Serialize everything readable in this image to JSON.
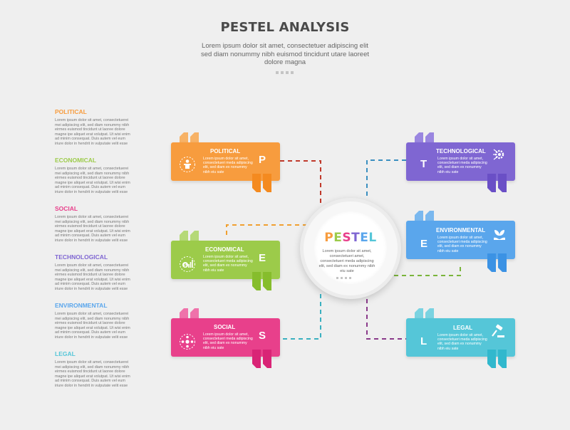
{
  "header": {
    "title": "PESTEL ANALYSIS",
    "subtitle": "Lorem ipsum dolor sit amet, consectetuer adipiscing elit sed diam nonummy nibh euismod tincidunt utare laoreet dolore magna"
  },
  "colors": {
    "political": "#f79c3e",
    "economical": "#9ccb4a",
    "social": "#e8408b",
    "technological": "#7f66d2",
    "environmental": "#5aa6ec",
    "legal": "#55c6d8"
  },
  "list": [
    {
      "title": "POLITICAL",
      "body": "Lorem ipsum dolor sit amet, consectetuerei mei adipiscing elit, sed diam nonummy nibh eirmes euismod tincidunt ut laoree dolore magne ipe aliquet erat volutpat. Ut wisi enim ad minim consequat. Duis autem vel eum iriure dolor in hendrit in vulputate velit esse"
    },
    {
      "title": "ECONOMICAL",
      "body": "Lorem ipsum dolor sit amet, consectetuerei mei adipiscing elit, sed diam nonummy nibh eirmes euismod tincidunt ut laoree dolore magne ipe aliquet erat volutpat. Ut wisi enim ad minim consequat. Duis autem vel eum iriure dolor in hendrit in vulputate velit esse"
    },
    {
      "title": "SOCIAL",
      "body": "Lorem ipsum dolor sit amet, consectetuerei mei adipiscing elit, sed diam nonummy nibh eirmes euismod tincidunt ut laoree dolore magne ipe aliquet erat volutpat. Ut wisi enim ad minim consequat. Duis autem vel eum iriure dolor in hendrit in vulputate velit esse"
    },
    {
      "title": "TECHNOLOGICAL",
      "body": "Lorem ipsum dolor sit amet, consectetuerei mei adipiscing elit, sed diam nonummy nibh eirmes euismod tincidunt ut laoree dolore magne ipe aliquet erat volutpat. Ut wisi enim ad minim consequat. Duis autem vel eum iriure dolor in hendrit in vulputate velit esse"
    },
    {
      "title": "ENVIRONMENTAL",
      "body": "Lorem ipsum dolor sit amet, consectetuerei mei adipiscing elit, sed diam nonummy nibh eirmes euismod tincidunt ut laoree dolore magne ipe aliquet erat volutpat. Ut wisi enim ad minim consequat. Duis autem vel eum iriure dolor in hendrit in vulputate velit esse"
    },
    {
      "title": "LEGAL",
      "body": "Lorem ipsum dolor sit amet, consectetuerei mei adipiscing elit, sed diam nonummy nibh eirmes euismod tincidunt ut laoree dolore magne ipe aliquet erat volutpat. Ut wisi enim ad minim consequat. Duis autem vel eum iriure dolor in hendrit in vulputate velit esse"
    }
  ],
  "boxes": {
    "political": {
      "title": "POLITICAL",
      "letter": "P",
      "body": "Lorem ipsum dolor sit amet, consectetueri meda adipiscing elit, sed diam ex nonummy nibh eiu sate",
      "icon": "podium-speaker-icon"
    },
    "economical": {
      "title": "ECONOMICAL",
      "letter": "E",
      "body": "Lorem ipsum dolor sit amet, consectetueri meda adipiscing elit, sed diam ex nonummy nibh eiu sate",
      "icon": "money-growth-icon"
    },
    "social": {
      "title": "SOCIAL",
      "letter": "S",
      "body": "Lorem ipsum dolor sit amet, consectetueri meda adipiscing elit, sed diam ex nonummy nibh eiu sate",
      "icon": "people-network-icon"
    },
    "technological": {
      "title": "TECHNOLOGICAL",
      "letter": "T",
      "body": "Lorem ipsum dolor sit amet, consectetueri meda adipiscing elit, sed diam ex nonummy nibh eiu sate",
      "icon": "tech-gear-icon"
    },
    "environmental": {
      "title": "ENVIRONMENTAL",
      "letter": "E",
      "body": "Lorem ipsum dolor sit amet, consectetueri meda adipiscing elit, sed diam ex nonummy nibh eiu sate",
      "icon": "plant-hand-icon"
    },
    "legal": {
      "title": "LEGAL",
      "letter": "L",
      "body": "Lorem ipsum dolor sit amet, consectetueri meda adipiscing elit, sed diam ex nonummy nibh eiu sate",
      "icon": "gavel-icon"
    }
  },
  "center": {
    "word_letters": [
      "P",
      "E",
      "S",
      "T",
      "E",
      "L"
    ],
    "body": "Lorem ipsum dolor sit amet, consectetueri amet, consectetueri meda adipiscing elit, sed diam ex nonummy nibh eiu sate"
  }
}
